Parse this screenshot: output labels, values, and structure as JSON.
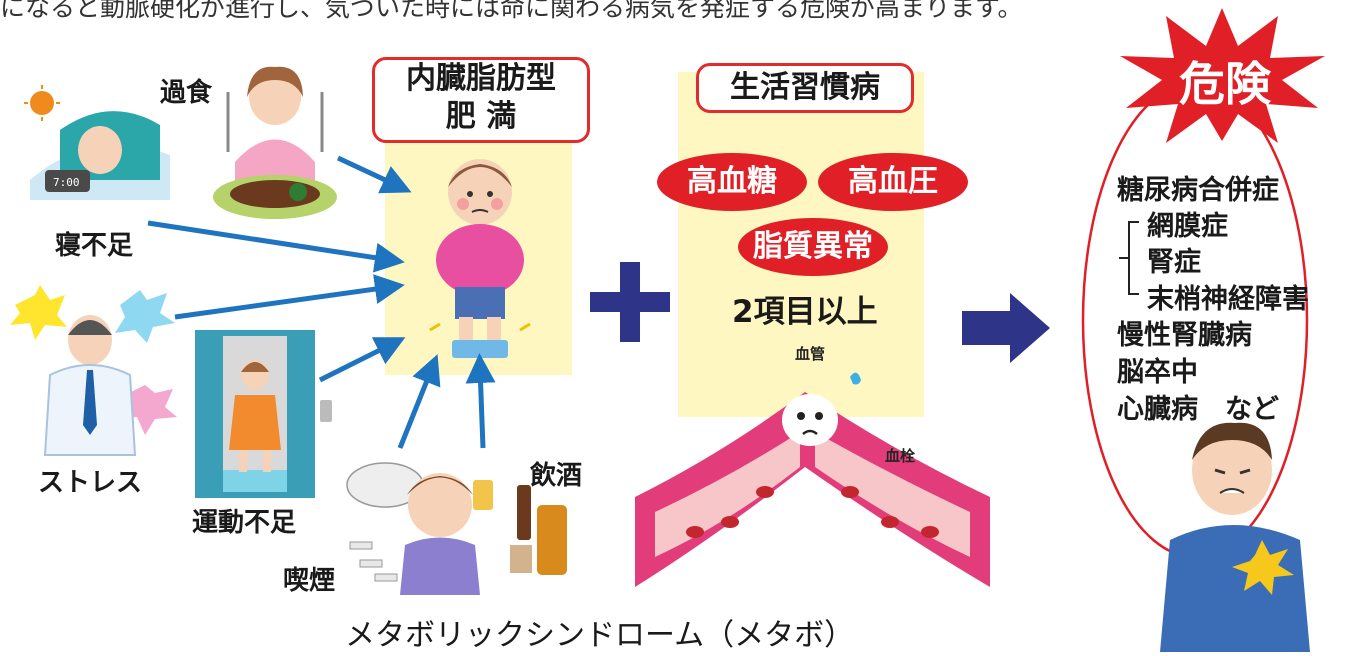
{
  "intro_text": "になると動脈硬化が進行し、気づいた時には命に関わる病気を発症する危険が高まります。",
  "causes": {
    "overeating": "過食",
    "lack_of_sleep": "寝不足",
    "stress": "ストレス",
    "lack_of_exercise": "運動不足",
    "drinking": "飲酒",
    "smoking": "喫煙"
  },
  "visceral_box": {
    "line1": "内臓脂肪型",
    "line2": "肥 満"
  },
  "lifestyle_box": {
    "title": "生活習慣病",
    "items": [
      "高血糖",
      "高血圧",
      "脂質異常"
    ],
    "condition": "2項目以上"
  },
  "vessel_labels": {
    "vessel": "血管",
    "clot": "血栓"
  },
  "danger": {
    "title": "危険",
    "diseases": [
      "糖尿病合併症",
      "網膜症",
      "腎症",
      "末梢神経障害",
      "慢性腎臓病",
      "脳卒中",
      "心臓病　など"
    ]
  },
  "caption": "メタボリックシンドローム（メタボ）",
  "colors": {
    "accent_red": "#e01f26",
    "arrow_blue": "#1f74c0",
    "navy": "#2e3488",
    "panel_yellow": "#fff7c2"
  }
}
